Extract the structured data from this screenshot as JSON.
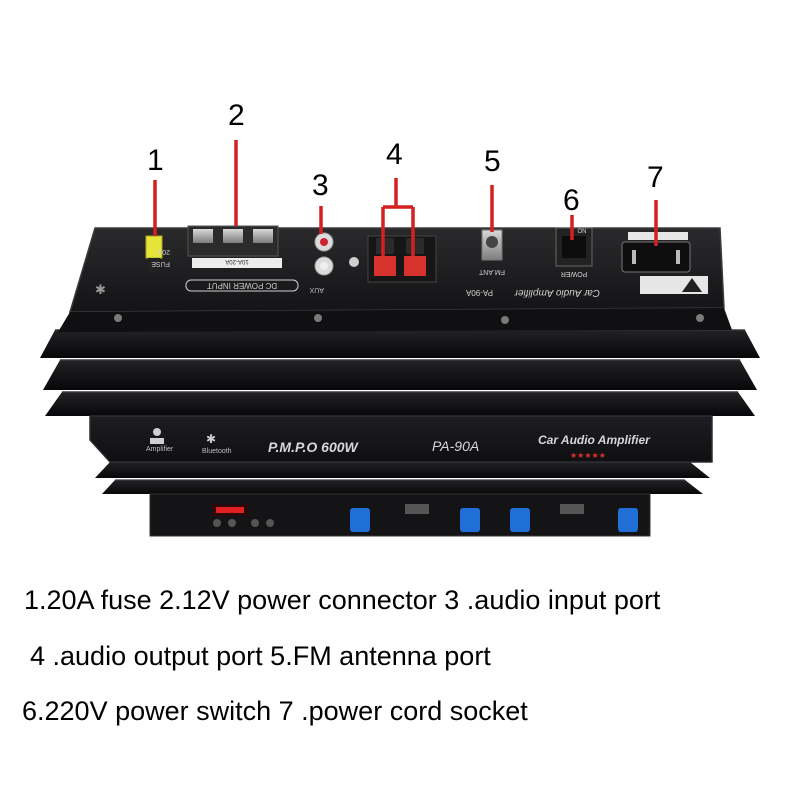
{
  "callouts": [
    "1",
    "2",
    "3",
    "4",
    "5",
    "6",
    "7"
  ],
  "legend": {
    "line1": "1.20A fuse  2.12V power connector  3 .audio input port",
    "line2": "4 .audio output port  5.FM antenna port",
    "line3": "6.220V power switch  7 .power cord socket"
  },
  "device": {
    "pmpo": "P.M.P.O 600W",
    "model": "PA-90A",
    "product": "Car Audio Amplifier",
    "amplifier_label": "Amplifier",
    "bluetooth_label": "Bluetooth",
    "rear_product": "Car Audio Amplifier",
    "rear_model": "PA-90A",
    "dc_power_input": "DC POWER INPUT",
    "fuse_rating": "20A",
    "fuse_label": "FUSE",
    "connector_rating": "10A-20A",
    "power_label": "POWER",
    "on_label": "ON",
    "fm_ant_label": "FM.ANT",
    "aux_label": "AUX",
    "stars": "★★★★★"
  },
  "colors": {
    "annotation_line": "#d42020",
    "body": "#1b1b1d",
    "fin": "#0c0c0e",
    "fuse": "#e4e43a",
    "terminal_red": "#d8322c",
    "knob_blue": "#1f6fd6",
    "display_red": "#e02020"
  }
}
